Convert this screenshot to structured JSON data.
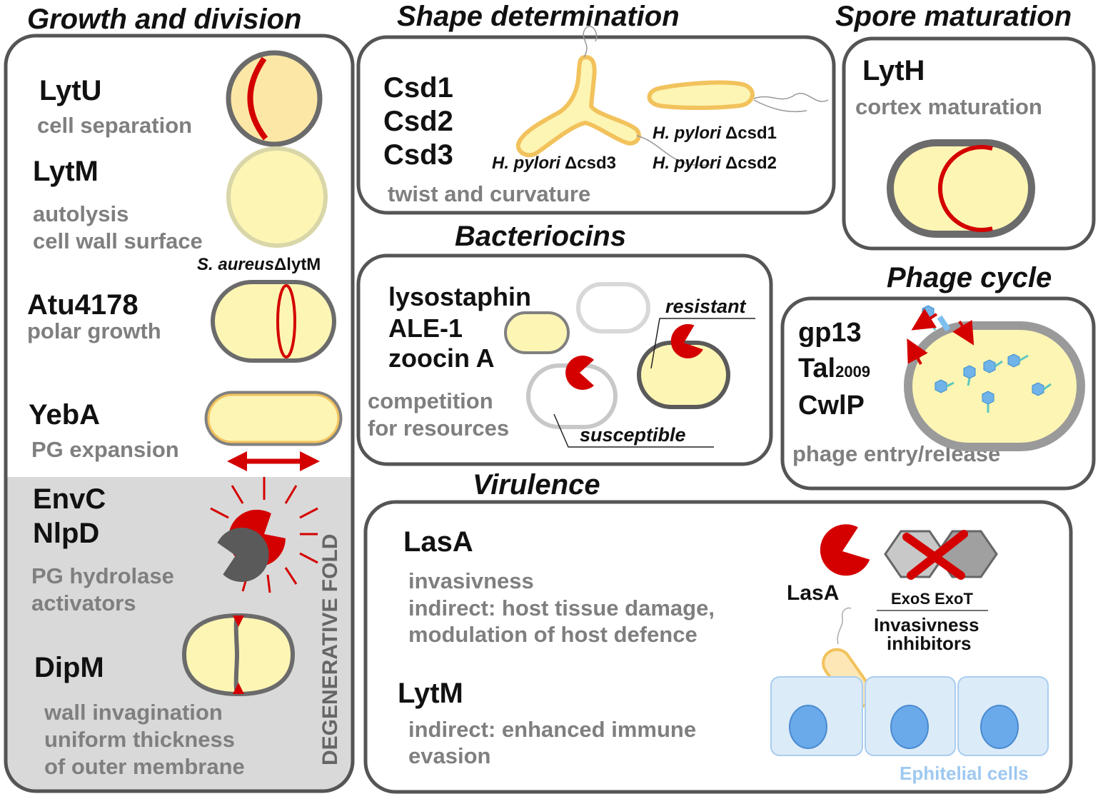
{
  "sections": {
    "growth": {
      "title": "Growth and division",
      "lytu": {
        "name": "LytU",
        "desc": "cell separation"
      },
      "lytm": {
        "name": "LytM",
        "desc1": "autolysis",
        "desc2": "cell wall surface",
        "mutant_species": "S. aureus",
        "mutant_gene": "ΔlytM"
      },
      "atu": {
        "name": "Atu4178",
        "desc": "polar growth"
      },
      "yeba": {
        "name": "YebA",
        "desc": "PG expansion"
      },
      "envc": {
        "name1": "EnvC",
        "name2": "NlpD",
        "desc1": "PG hydrolase",
        "desc2": "activators"
      },
      "dipm": {
        "name": "DipM",
        "desc1": "wall invagination",
        "desc2": "uniform thickness",
        "desc3": "of outer membrane"
      },
      "degenerative_label": "DEGENERATIVE FOLD"
    },
    "shape": {
      "title": "Shape determination",
      "proteins": [
        "Csd1",
        "Csd2",
        "Csd3"
      ],
      "label_csd3_species": "H. pylori",
      "label_csd3_gene": "Δcsd3",
      "label_csd1_species": "H. pylori",
      "label_csd1_gene": "Δcsd1",
      "label_csd2_species": "H. pylori",
      "label_csd2_gene": "Δcsd2",
      "desc": "twist and curvature"
    },
    "spore": {
      "title": "Spore maturation",
      "name": "LytH",
      "desc": "cortex maturation"
    },
    "bacteriocins": {
      "title": "Bacteriocins",
      "proteins": [
        "lysostaphin",
        "ALE-1",
        "zoocin A"
      ],
      "resistant": "resistant",
      "susceptible": "susceptible",
      "desc1": "competition",
      "desc2": "for resources"
    },
    "phage": {
      "title": "Phage cycle",
      "gp13": "gp13",
      "tal": "Tal",
      "tal_sub": "2009",
      "cwlp": "CwlP",
      "desc": "phage entry/release"
    },
    "virulence": {
      "title": "Virulence",
      "lasa": {
        "name": "LasA",
        "desc1": "invasivness",
        "desc2": "indirect: host tissue damage,",
        "desc3": "modulation of host defence"
      },
      "lytm": {
        "name": "LytM",
        "desc1": "indirect: enhanced immune",
        "desc2": "evasion"
      },
      "lasa_icon_label": "LasA",
      "exo_labels": "ExoS ExoT",
      "inhibitors1": "Invasivness",
      "inhibitors2": "inhibitors",
      "epithelial": "Ephitelial cells"
    }
  },
  "colors": {
    "cell_fill": "#fdf5b4",
    "cell_border": "#f2c25c",
    "enzyme_red": "#d40000",
    "frame": "#555555",
    "desc_gray": "#7f7f7f",
    "degenerative_bg": "#d9d9d9",
    "phage_blue": "#6fb3e8",
    "epithelial_blue": "#dcebf8",
    "nucleus_blue": "#6aa9ea",
    "epithelial_text": "#9ec8f0",
    "exo_gray": "#909090"
  }
}
